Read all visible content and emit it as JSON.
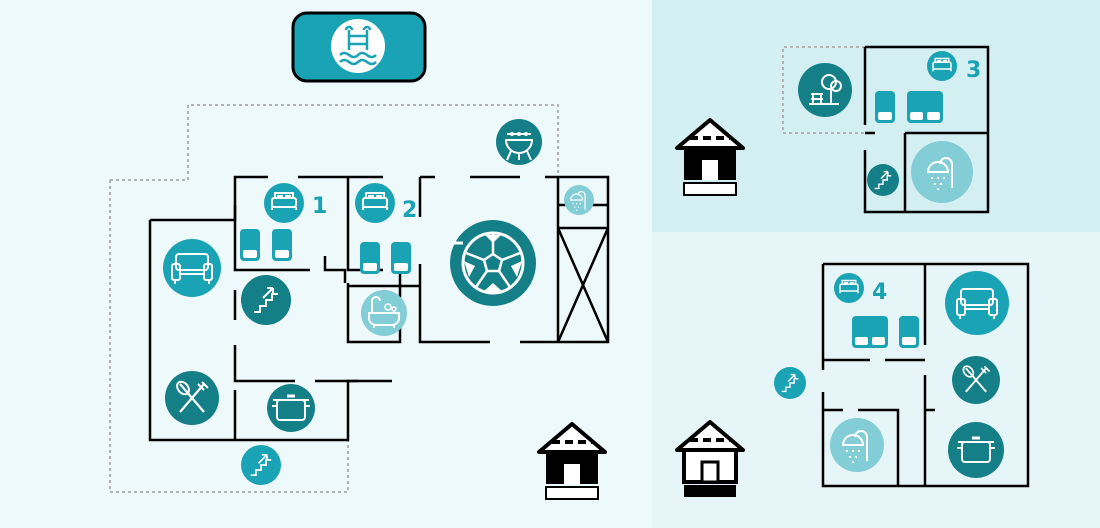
{
  "colors": {
    "background": "#eef9fb",
    "panel_right_top": "#d3eff2",
    "panel_right_bottom": "#e6f6f8",
    "teal_dark": "#147f87",
    "teal": "#1aa3b5",
    "teal_light": "#82cdd6",
    "wall": "#000000",
    "dotted_boundary": "#b3b3b3",
    "pool_fill": "#1aa3b5"
  },
  "labels": {
    "room_1": "1",
    "room_2": "2",
    "room_3": "3",
    "room_4": "4"
  },
  "icons": {
    "pool": "swimming-pool-icon",
    "bbq": "barbecue-grill-icon",
    "football": "football-icon",
    "bed": "bed-icon",
    "single_bed": "single-bed-icon",
    "double_bed": "double-bed-icon",
    "sofa": "armchair-icon",
    "stairs": "stairs-icon",
    "cutlery": "cutlery-icon",
    "pot": "cooking-pot-icon",
    "bathtub": "bathtub-icon",
    "shower": "shower-icon",
    "garden": "garden-bench-icon",
    "house": "house-icon"
  }
}
